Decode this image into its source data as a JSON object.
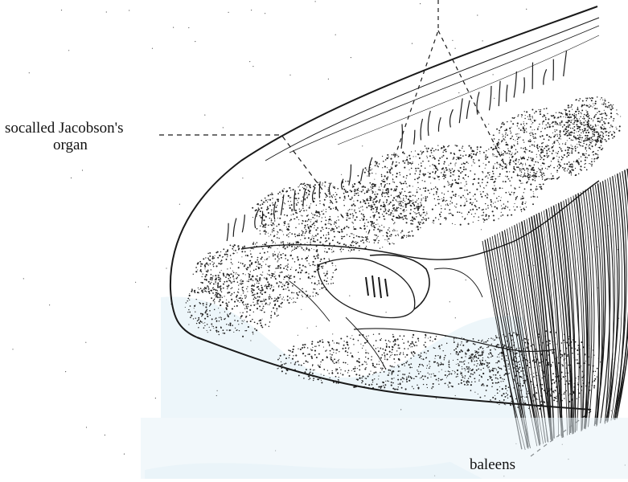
{
  "labels": {
    "jacobson_line1": "socalled Jacobson's",
    "jacobson_line2": "organ",
    "baleens": "baleens"
  },
  "colors": {
    "ink": "#1a1a1a",
    "stipple": "#222222",
    "watermark": "#dbeef6",
    "background": "#ffffff"
  }
}
